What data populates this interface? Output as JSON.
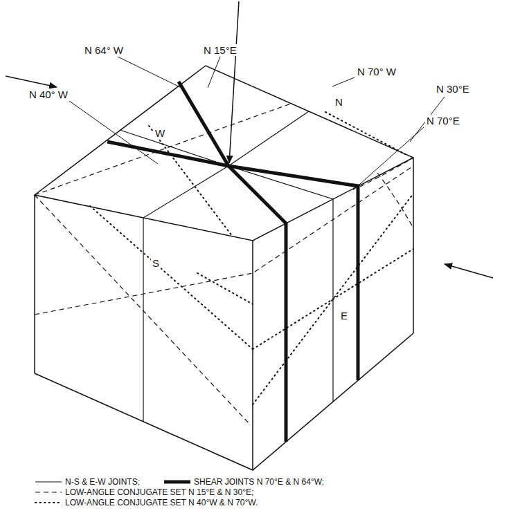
{
  "diagram": {
    "labels": [
      "N 15°E",
      "N 64° W",
      "W",
      "N",
      "N 70° W",
      "N 30°E",
      "N 40° W",
      "N 70°E",
      "S",
      "E"
    ],
    "legend": [
      {
        "text": "N-S & E-W JOINTS;"
      },
      {
        "text": "SHEAR JOINTS N 70°E & N 64°W;"
      },
      {
        "text": "LOW-ANGLE CONJUGATE SET N 15°E & N 30°E;"
      },
      {
        "text": "LOW-ANGLE CONJUGATE SET N 40°W & N 70°W."
      }
    ]
  }
}
